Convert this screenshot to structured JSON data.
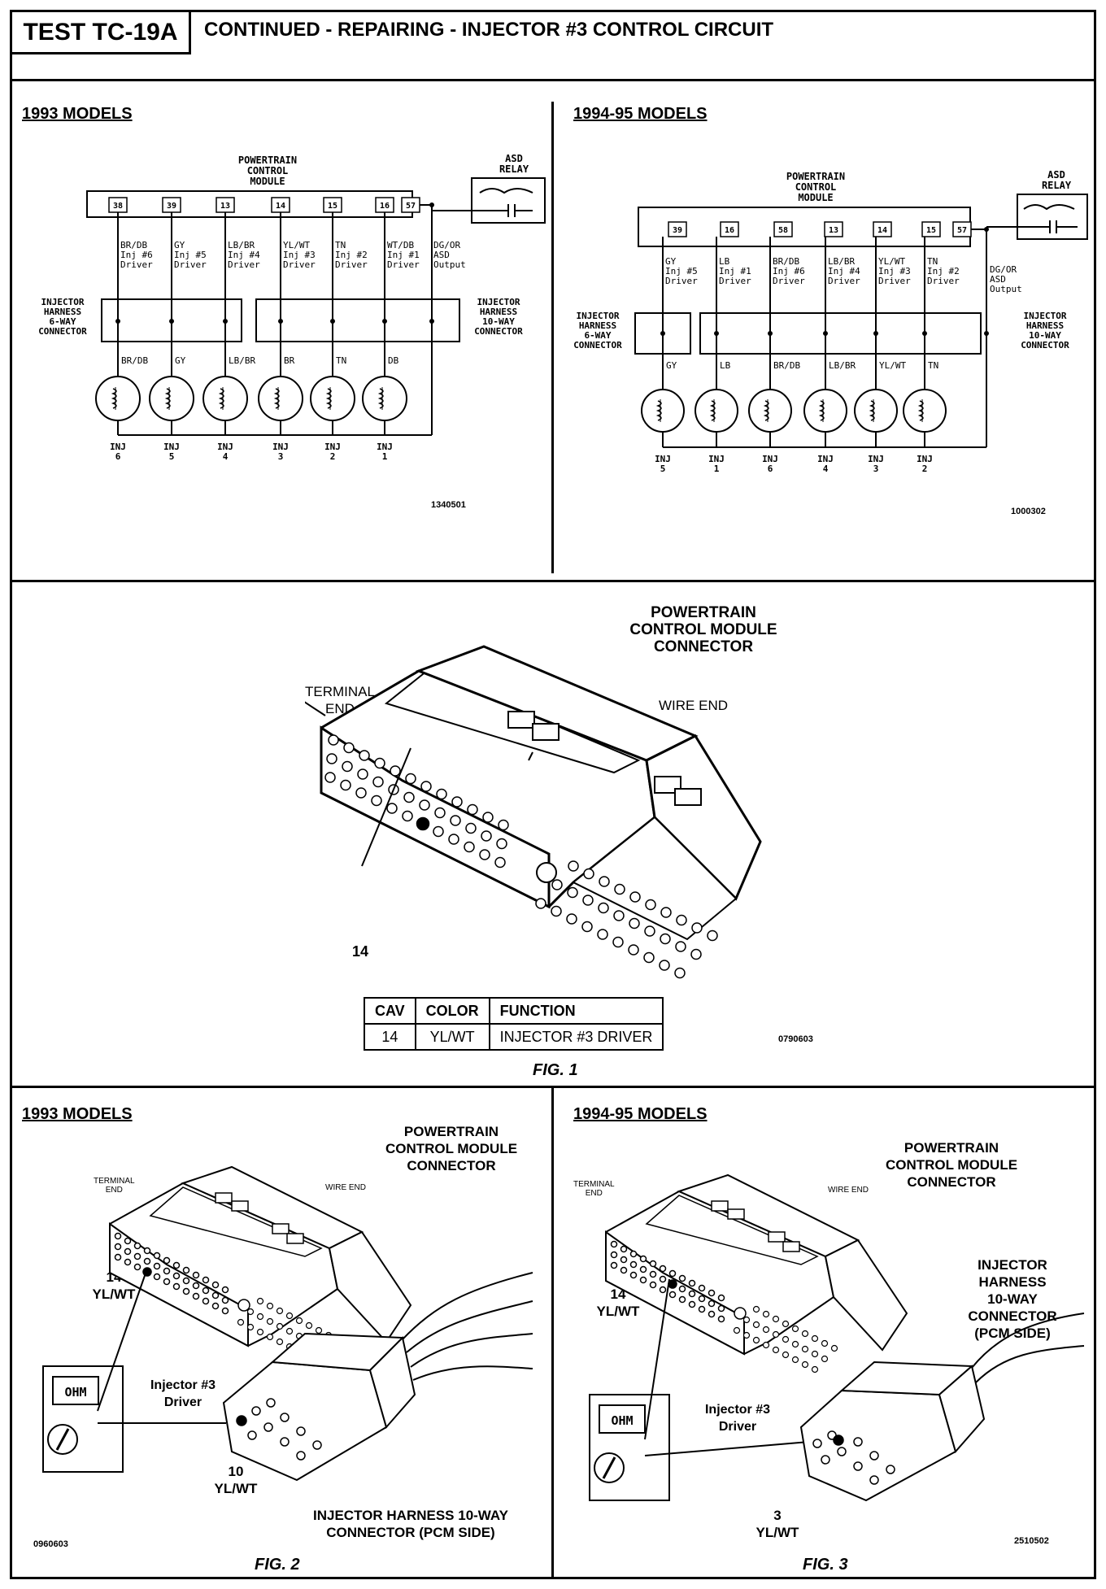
{
  "header": {
    "test_id": "TEST TC-19A",
    "title": "CONTINUED - REPAIRING - INJECTOR #3 CONTROL CIRCUIT"
  },
  "left_diagram": {
    "section_title": "1993 MODELS",
    "pcm_label": [
      "POWERTRAIN",
      "CONTROL",
      "MODULE"
    ],
    "asd_relay_label": [
      "ASD",
      "RELAY"
    ],
    "pins": [
      "38",
      "39",
      "13",
      "14",
      "15",
      "16",
      "57"
    ],
    "wires": [
      {
        "color": "BR/DB",
        "inj": "Inj #6",
        "role": "Driver"
      },
      {
        "color": "GY",
        "inj": "Inj #5",
        "role": "Driver"
      },
      {
        "color": "LB/BR",
        "inj": "Inj #4",
        "role": "Driver"
      },
      {
        "color": "YL/WT",
        "inj": "Inj #3",
        "role": "Driver"
      },
      {
        "color": "TN",
        "inj": "Inj #2",
        "role": "Driver"
      },
      {
        "color": "WT/DB",
        "inj": "Inj #1",
        "role": "Driver"
      }
    ],
    "asd_output": [
      "DG/OR",
      "ASD",
      "Output"
    ],
    "conn_6way": [
      "INJECTOR",
      "HARNESS",
      "6-WAY",
      "CONNECTOR"
    ],
    "conn_10way": [
      "INJECTOR",
      "HARNESS",
      "10-WAY",
      "CONNECTOR"
    ],
    "lower_wires": [
      "BR/DB",
      "GY",
      "LB/BR",
      "BR",
      "TN",
      "DB"
    ],
    "injectors": [
      {
        "label": "INJ",
        "num": "6"
      },
      {
        "label": "INJ",
        "num": "5"
      },
      {
        "label": "INJ",
        "num": "4"
      },
      {
        "label": "INJ",
        "num": "3"
      },
      {
        "label": "INJ",
        "num": "2"
      },
      {
        "label": "INJ",
        "num": "1"
      }
    ],
    "code": "1340501"
  },
  "right_diagram": {
    "section_title": "1994-95 MODELS",
    "pcm_label": [
      "POWERTRAIN",
      "CONTROL",
      "MODULE"
    ],
    "asd_relay_label": [
      "ASD",
      "RELAY"
    ],
    "pins": [
      "39",
      "16",
      "58",
      "13",
      "14",
      "15",
      "57"
    ],
    "wires": [
      {
        "color": "GY",
        "inj": "Inj #5",
        "role": "Driver"
      },
      {
        "color": "LB",
        "inj": "Inj #1",
        "role": "Driver"
      },
      {
        "color": "BR/DB",
        "inj": "Inj #6",
        "role": "Driver"
      },
      {
        "color": "LB/BR",
        "inj": "Inj #4",
        "role": "Driver"
      },
      {
        "color": "YL/WT",
        "inj": "Inj #3",
        "role": "Driver"
      },
      {
        "color": "TN",
        "inj": "Inj #2",
        "role": "Driver"
      }
    ],
    "asd_output": [
      "DG/OR",
      "ASD",
      "Output"
    ],
    "conn_6way": [
      "INJECTOR",
      "HARNESS",
      "6-WAY",
      "CONNECTOR"
    ],
    "conn_10way": [
      "INJECTOR",
      "HARNESS",
      "10-WAY",
      "CONNECTOR"
    ],
    "lower_wires": [
      "GY",
      "LB",
      "BR/DB",
      "LB/BR",
      "YL/WT",
      "TN"
    ],
    "injectors": [
      {
        "label": "INJ",
        "num": "5"
      },
      {
        "label": "INJ",
        "num": "1"
      },
      {
        "label": "INJ",
        "num": "6"
      },
      {
        "label": "INJ",
        "num": "4"
      },
      {
        "label": "INJ",
        "num": "3"
      },
      {
        "label": "INJ",
        "num": "2"
      }
    ],
    "code": "1000302"
  },
  "fig1": {
    "pcm_label": [
      "POWERTRAIN",
      "CONTROL MODULE",
      "CONNECTOR"
    ],
    "terminal_end": [
      "TERMINAL",
      "END"
    ],
    "wire_end": "WIRE END",
    "cavity_callout": "14",
    "table": {
      "headers": [
        "CAV",
        "COLOR",
        "FUNCTION"
      ],
      "row": [
        "14",
        "YL/WT",
        "INJECTOR #3 DRIVER"
      ]
    },
    "code": "0790603",
    "caption": "FIG. 1"
  },
  "fig2": {
    "section_title": "1993 MODELS",
    "pcm_label": [
      "POWERTRAIN",
      "CONTROL MODULE",
      "CONNECTOR"
    ],
    "terminal_end": [
      "TERMINAL",
      "END"
    ],
    "wire_end": "WIRE END",
    "pin_callout": [
      "14",
      "YL/WT"
    ],
    "meter_label": "OHM",
    "driver_label": [
      "Injector #3",
      "Driver"
    ],
    "harness_pin": [
      "10",
      "YL/WT"
    ],
    "harness_label": [
      "INJECTOR HARNESS 10-WAY",
      "CONNECTOR (PCM SIDE)"
    ],
    "code": "0960603",
    "caption": "FIG. 2"
  },
  "fig3": {
    "section_title": "1994-95 MODELS",
    "pcm_label": [
      "POWERTRAIN",
      "CONTROL MODULE",
      "CONNECTOR"
    ],
    "terminal_end": [
      "TERMINAL",
      "END"
    ],
    "wire_end": "WIRE END",
    "pin_callout": [
      "14",
      "YL/WT"
    ],
    "meter_label": "OHM",
    "driver_label": [
      "Injector #3",
      "Driver"
    ],
    "harness_pin": [
      "3",
      "YL/WT"
    ],
    "harness_label": [
      "INJECTOR",
      "HARNESS",
      "10-WAY",
      "CONNECTOR",
      "(PCM SIDE)"
    ],
    "code": "2510502",
    "caption": "FIG. 3"
  }
}
